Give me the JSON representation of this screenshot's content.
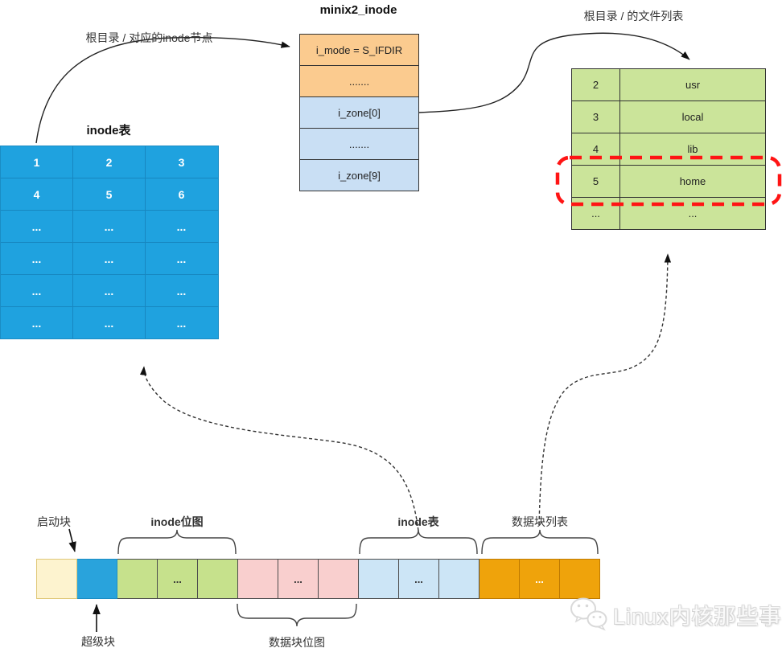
{
  "minix2_inode": {
    "title": "minix2_inode",
    "rows": [
      {
        "label": "i_mode = S_IFDIR"
      },
      {
        "label": "......."
      },
      {
        "label": "i_zone[0]"
      },
      {
        "label": "......."
      },
      {
        "label": "i_zone[9]"
      }
    ]
  },
  "inode_table": {
    "title": "inode表",
    "rows": [
      [
        "1",
        "2",
        "3"
      ],
      [
        "4",
        "5",
        "6"
      ],
      [
        "...",
        "...",
        "..."
      ],
      [
        "...",
        "...",
        "..."
      ],
      [
        "...",
        "...",
        "..."
      ],
      [
        "...",
        "...",
        "..."
      ]
    ]
  },
  "file_list": {
    "label": "根目录 / 的文件列表",
    "rows": [
      {
        "num": "2",
        "name": "usr"
      },
      {
        "num": "3",
        "name": "local"
      },
      {
        "num": "4",
        "name": "lib"
      },
      {
        "num": "5",
        "name": "home"
      },
      {
        "num": "...",
        "name": "..."
      }
    ],
    "highlighted_row_name": "home"
  },
  "annotations": {
    "root_inode_arrow_label": "根目录 / 对应的inode节点"
  },
  "disk_layout": {
    "labels": {
      "boot": "启动块",
      "super_block": "超级块",
      "inode_bitmap": "inode位图",
      "data_bitmap": "数据块位图",
      "inode_table": "inode表",
      "data_blocks": "数据块列表"
    },
    "cells": [
      {
        "group": "boot",
        "label": ""
      },
      {
        "group": "super",
        "label": ""
      },
      {
        "group": "inode-bitmap",
        "label": ""
      },
      {
        "group": "inode-bitmap",
        "label": "..."
      },
      {
        "group": "inode-bitmap",
        "label": ""
      },
      {
        "group": "data-bitmap",
        "label": ""
      },
      {
        "group": "data-bitmap",
        "label": "..."
      },
      {
        "group": "data-bitmap",
        "label": ""
      },
      {
        "group": "inode-table",
        "label": ""
      },
      {
        "group": "inode-table",
        "label": "..."
      },
      {
        "group": "inode-table",
        "label": ""
      },
      {
        "group": "data-blocks",
        "label": ""
      },
      {
        "group": "data-blocks",
        "label": "..."
      },
      {
        "group": "data-blocks",
        "label": ""
      }
    ]
  },
  "watermark": {
    "text": "Linux内核那些事"
  },
  "colors": {
    "struct_orange": "#FBCB8F",
    "struct_light_blue": "#C9DFF4",
    "inode_table_blue": "#1FA2DF",
    "file_list_green": "#CBE49A",
    "boot_yellow": "#FDF3CF",
    "super_blue": "#29A3DC",
    "inode_bitmap_green": "#C6E18C",
    "data_bitmap_pink": "#F9CFCE",
    "inode_table_cells_blue": "#CCE5F6",
    "data_blocks_orange": "#EFA30B",
    "highlight_red": "#FF1414"
  }
}
